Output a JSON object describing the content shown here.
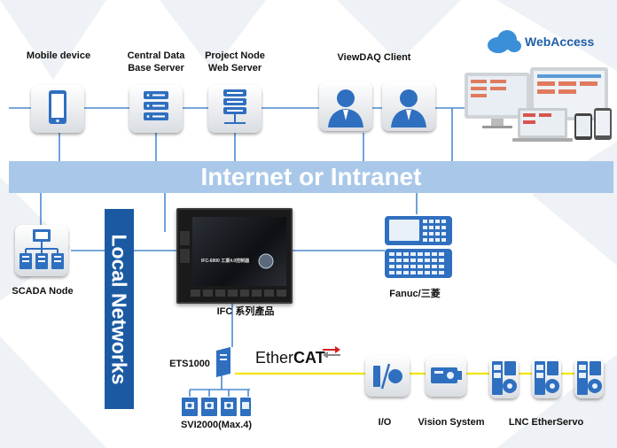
{
  "brand": {
    "name": "WebAccess",
    "cloud_color": "#3a8fd8",
    "text_color": "#1f5fa8"
  },
  "nodes": {
    "mobile": "Mobile device",
    "central_db": "Central Data\nBase Server",
    "project_node": "Project Node\nWeb Server",
    "viewdaq": "ViewDAQ Client",
    "scada": "SCADA Node",
    "ifc": "IFC 系列產品",
    "fanuc": "Fanuc/三菱",
    "ets": "ETS1000",
    "svi": "SVI2000(Max.4)",
    "io": "I/O",
    "vision": "Vision System",
    "lnc": "LNC EtherServo"
  },
  "bands": {
    "internet": "Internet or Intranet",
    "local": "Local Networks"
  },
  "ethercat": {
    "ether": "Ether",
    "cat": "CAT"
  },
  "ifc_screen": {
    "model": "IFC-6900 工業4.0控制器"
  },
  "colors": {
    "band_internet": "#a9c8e9",
    "band_local": "#1b5aa3",
    "icon_blue": "#2f6fc0",
    "link_line": "#4a8ad0",
    "ethercat_line": "#f2e600"
  }
}
